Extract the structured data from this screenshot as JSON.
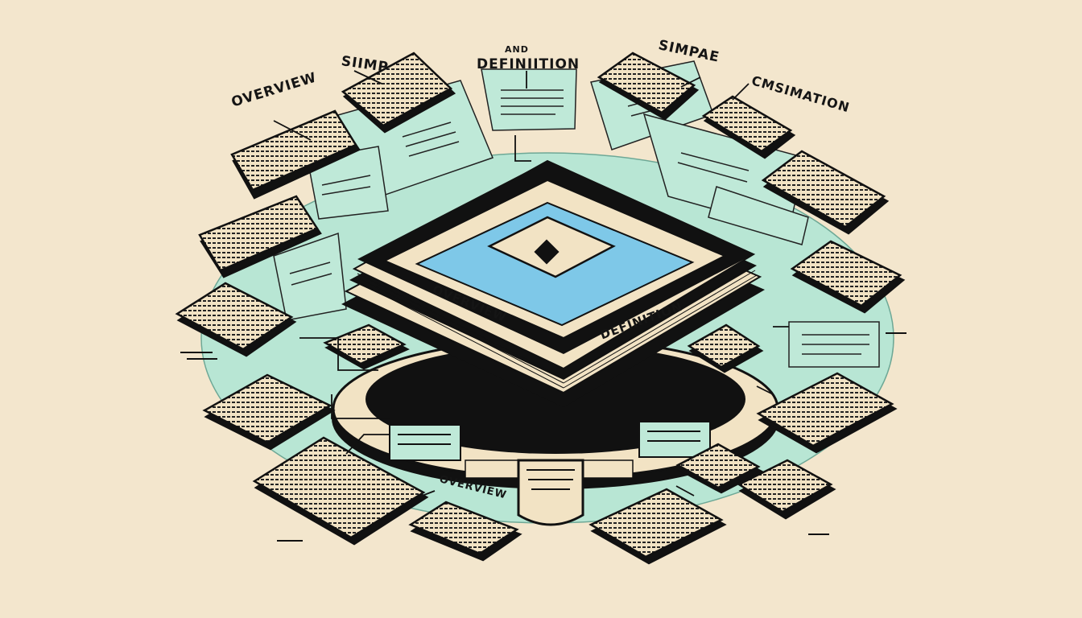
{
  "labels": {
    "overview_top": "OVERVIEW",
    "simp": "SIIMP",
    "and": "AND",
    "definition_top": "DEFINIITION",
    "simpae": "SIMPAE",
    "cmsimation": "CMSIMATION",
    "overview_book": "OVERVIEW",
    "definition_book": "DEFINITION",
    "overview_ring": "OVERVIEW"
  },
  "colors": {
    "background": "#f3e6cd",
    "mint": "#b8e6d4",
    "mint_dark": "#9fd7c2",
    "paper": "#f2e3c4",
    "ink": "#151515",
    "accent_blue": "#7ec8e8"
  }
}
